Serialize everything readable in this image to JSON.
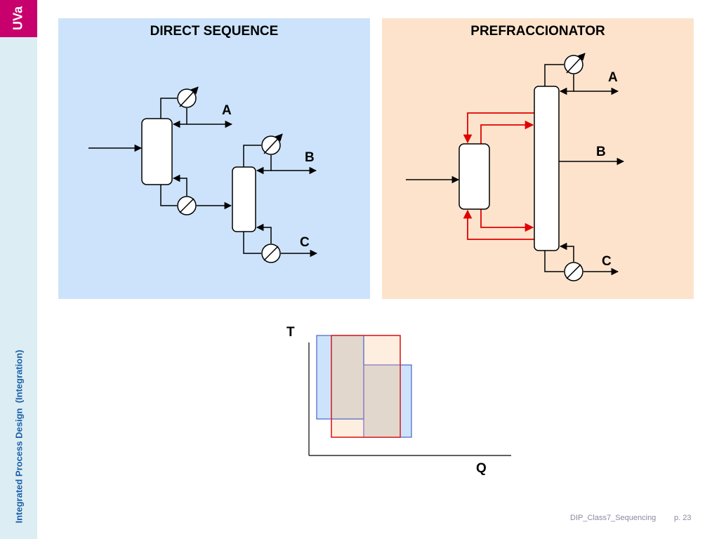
{
  "sidebar": {
    "logo_text": "UVa",
    "title": "Integrated Process Design  (Integration)",
    "colors": {
      "logo": "#c8006e",
      "background": "#dcedf3",
      "title": "#1a5fa8"
    }
  },
  "direct_sequence": {
    "title": "DIRECT SEQUENCE",
    "labels": {
      "a": "A",
      "b": "B",
      "c": "C"
    }
  },
  "prefraccionator": {
    "title": "PREFRACCIONATOR",
    "labels": {
      "a": "A",
      "b": "B",
      "c": "C"
    }
  },
  "tq_diagram": {
    "axis_y": "T",
    "axis_x": "Q"
  },
  "footer": {
    "doc_name": "DIP_Class7_Sequencing",
    "page": "p. 23"
  }
}
